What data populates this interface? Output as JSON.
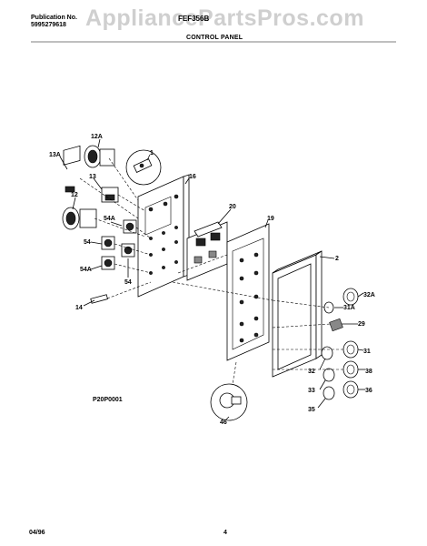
{
  "header": {
    "publication_label": "Publication No.",
    "publication_number": "5995279618",
    "model": "FEF356B",
    "section_title": "CONTROL PANEL"
  },
  "watermark": "AppliancePartsPros.com",
  "diagram": {
    "code": "P20P0001",
    "callouts": [
      "12A",
      "13A",
      "13",
      "12",
      "1",
      "16",
      "54A",
      "54",
      "54A",
      "54",
      "14",
      "20",
      "19",
      "2",
      "32A",
      "31A",
      "29",
      "31",
      "32",
      "38",
      "33",
      "36",
      "35",
      "46"
    ]
  },
  "footer": {
    "date": "04/96",
    "page": "4"
  }
}
